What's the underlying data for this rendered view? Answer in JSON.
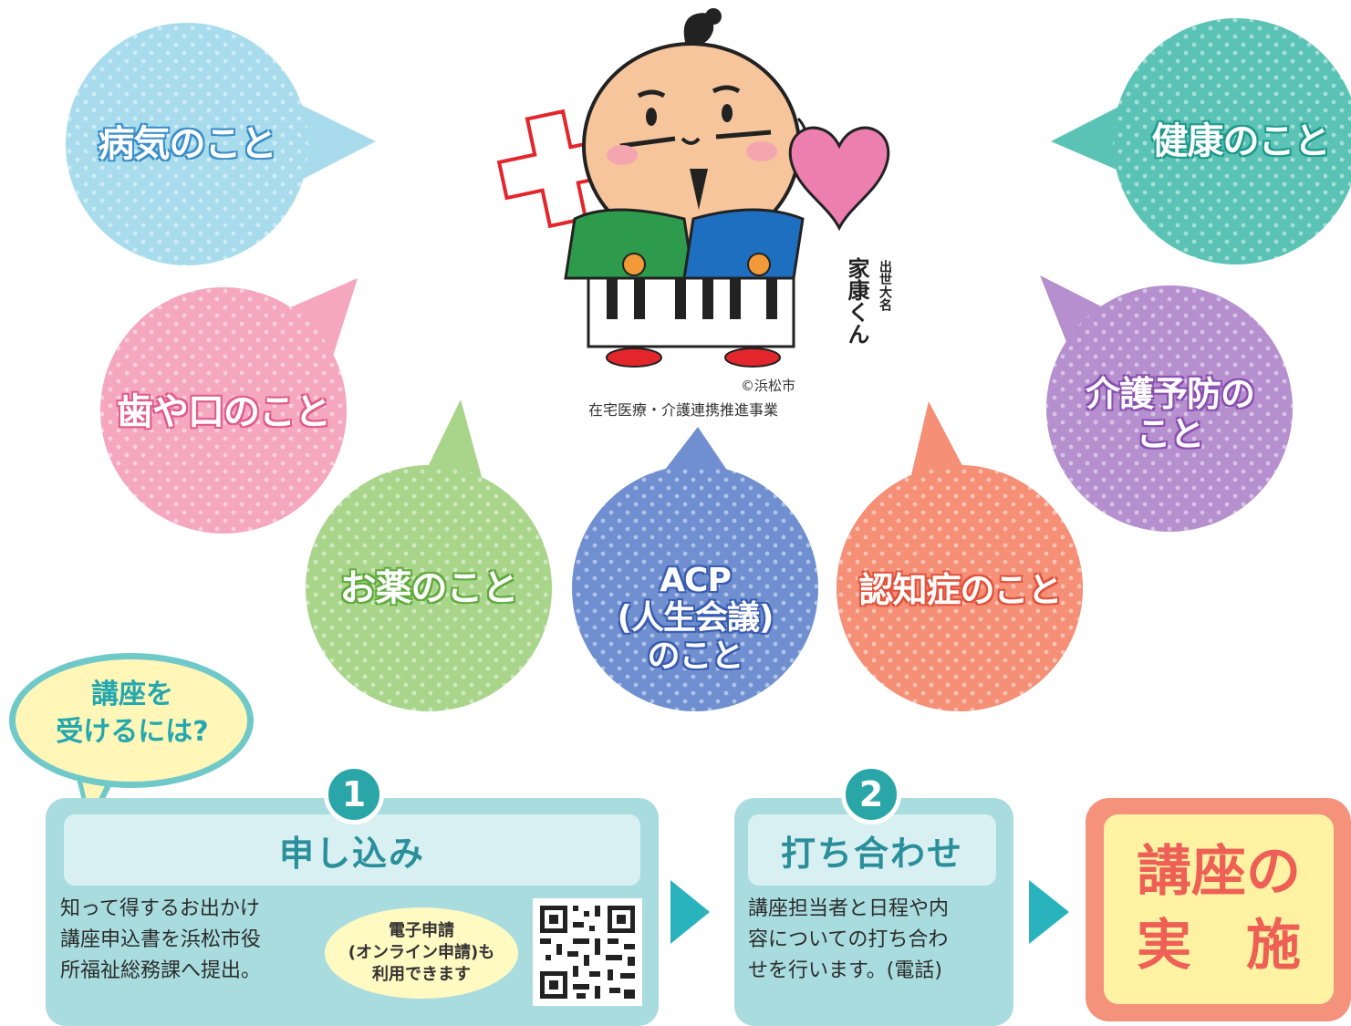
{
  "topics": [
    {
      "label": "病気のこと",
      "color": "#a8dcec",
      "text_shadow": "#3d8fc7"
    },
    {
      "label": "歯や口のこと",
      "color": "#f5a7bf",
      "text_shadow": "#e05d8a"
    },
    {
      "label": "お薬のこと",
      "color": "#a9d58b",
      "text_shadow": "#5faa3c"
    },
    {
      "label": "ACP\n(人生会議)\nのこと",
      "color": "#6f8fd0",
      "text_shadow": "#3a5db0"
    },
    {
      "label": "認知症のこと",
      "color": "#f58f76",
      "text_shadow": "#e0533d"
    },
    {
      "label": "介護予防の\nこと",
      "color": "#b58fce",
      "text_shadow": "#8a4fb0"
    },
    {
      "label": "健康のこと",
      "color": "#5bc3b5",
      "text_shadow": "#1e9a8c"
    }
  ],
  "mascot": {
    "small_title": "出世大名",
    "name": "家康くん",
    "copyright": "©浜松市",
    "program": "在宅医療・介護連携推進事業"
  },
  "question_bubble": {
    "text": "講座を\n受けるには?"
  },
  "steps": [
    {
      "number": "1",
      "title": "申し込み",
      "description": "知って得するお出かけ\n講座申込書を浜松市役\n所福祉総務課へ提出。",
      "online_note": "電子申請\n(オンライン申請)も\n利用できます"
    },
    {
      "number": "2",
      "title": "打ち合わせ",
      "description": "講座担当者と日程や内\n容についての打ち合わ\nせを行います。(電話)"
    }
  ],
  "final": {
    "line1": "講座の",
    "line2": "実　施"
  },
  "colors": {
    "panel": "#a9dcdf",
    "arrow": "#29b3bd",
    "teal_text": "#2a8f9a",
    "final_text": "#ee5f55"
  }
}
